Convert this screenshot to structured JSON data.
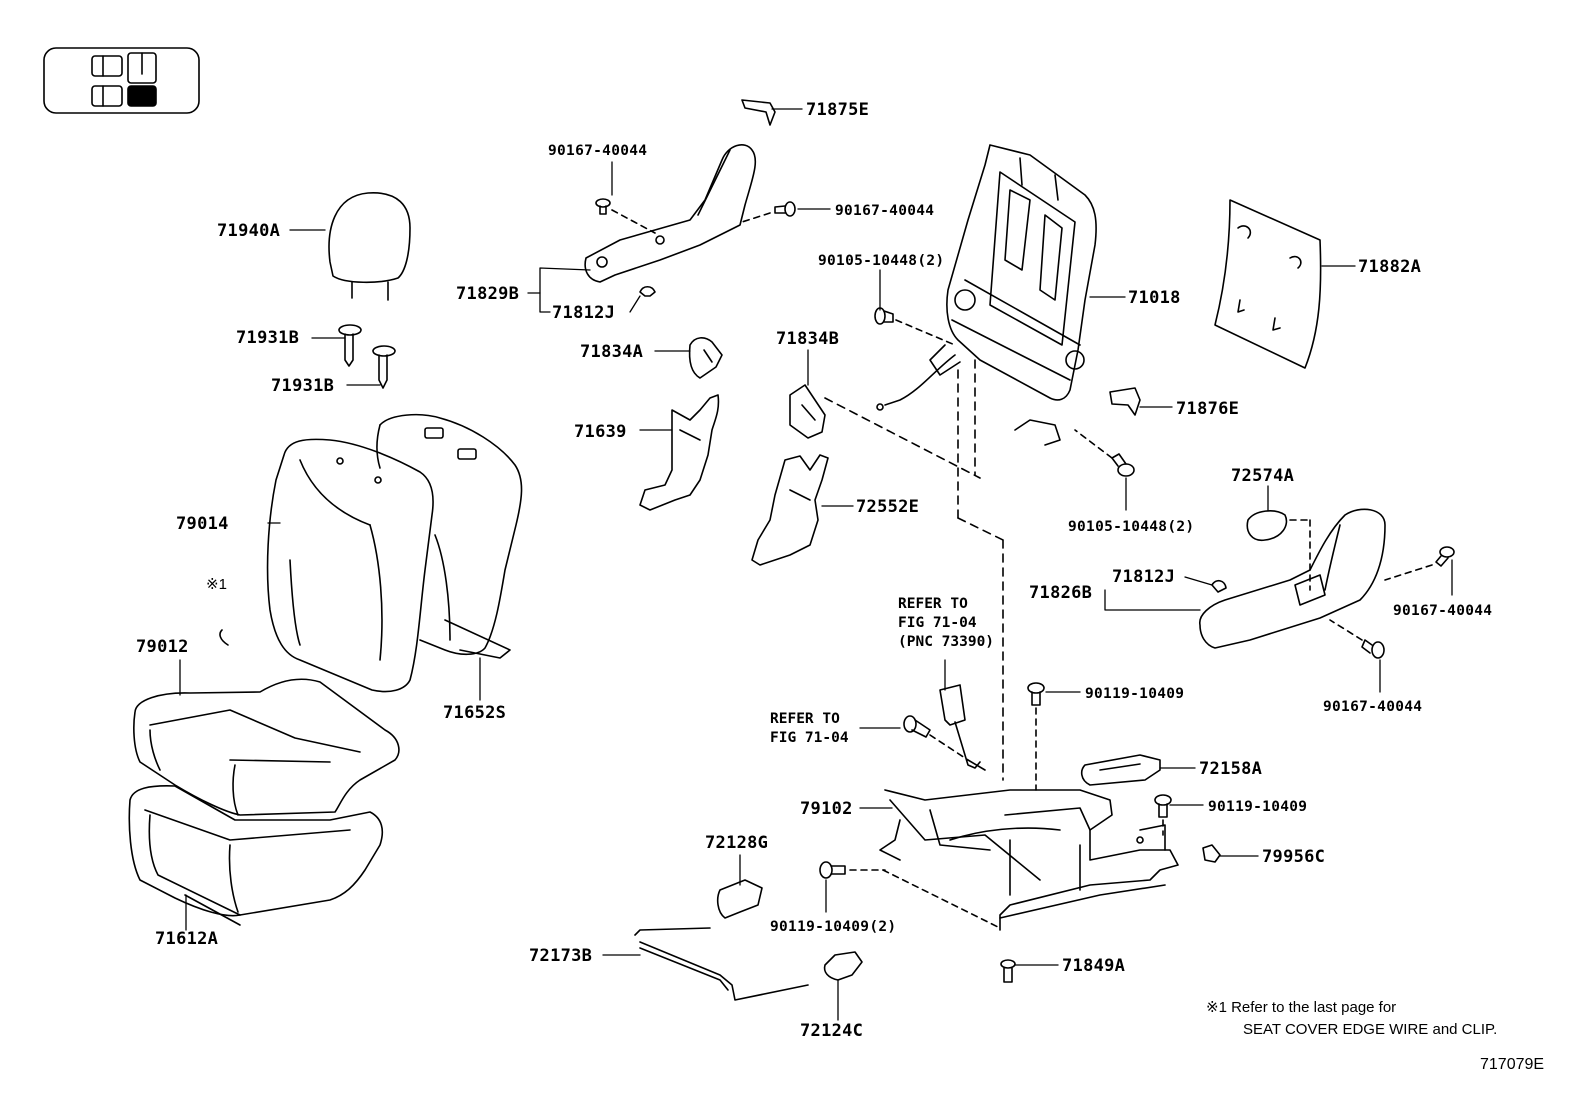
{
  "labels": {
    "p71875E": "71875E",
    "p90167_40044_a": "90167-40044",
    "p90167_40044_b": "90167-40044",
    "p71940A": "71940A",
    "p71829B": "71829B",
    "p71812J_a": "71812J",
    "p71931B_a": "71931B",
    "p71931B_b": "71931B",
    "p71834A": "71834A",
    "p71834B": "71834B",
    "p71639": "71639",
    "p90105_10448_a": "90105-10448(2)",
    "p71018": "71018",
    "p71882A": "71882A",
    "p71876E": "71876E",
    "p90105_10448_b": "90105-10448(2)",
    "p72574A": "72574A",
    "p79014": "79014",
    "p72552E": "72552E",
    "p71812J_b": "71812J",
    "p71826B": "71826B",
    "p90167_40044_c": "90167-40044",
    "p90167_40044_d": "90167-40044",
    "p79012": "79012",
    "p71652S": "71652S",
    "p90119_10409_a": "90119-10409",
    "p72158A": "72158A",
    "p79102": "79102",
    "p90119_10409_b": "90119-10409",
    "p72128G": "72128G",
    "p79956C": "79956C",
    "p90119_10409_c": "90119-10409(2)",
    "p71612A": "71612A",
    "p72173B": "72173B",
    "p71849A": "71849A",
    "p72124C": "72124C",
    "mark1": "※1"
  },
  "refs": {
    "ref1": [
      "REFER TO",
      "FIG 71-04",
      "(PNC 73390)"
    ],
    "ref2": [
      "REFER TO",
      "FIG 71-04"
    ]
  },
  "note": {
    "line1": "※1  Refer to the last page for",
    "line2": "SEAT COVER EDGE WIRE and CLIP."
  },
  "figure_id": "717079E",
  "icons": [
    "seat-position-key-icon"
  ]
}
